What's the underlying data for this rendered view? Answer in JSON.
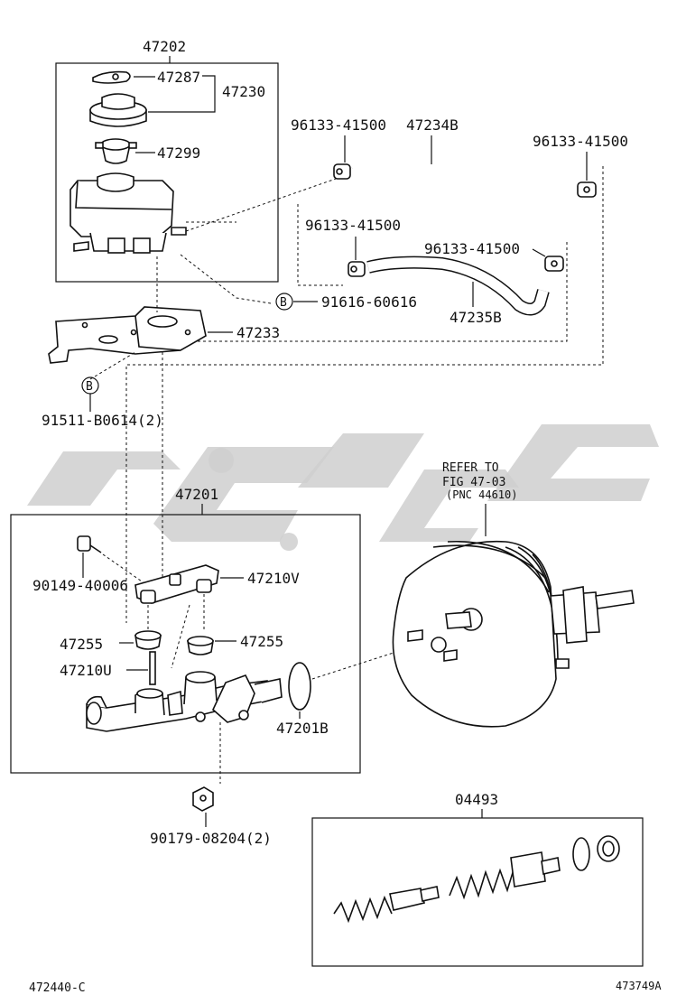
{
  "group_labels": {
    "reservoir_assy": "47202",
    "master_cylinder_assy": "47201",
    "kit": "04493"
  },
  "part_labels": {
    "reservoir_gasket": "47287",
    "cap_assy": "47230",
    "strainer": "47299",
    "hose_upper": "47234B",
    "clamp_1": "96133-41500",
    "clamp_2": "96133-41500",
    "clamp_3": "96133-41500",
    "clamp_4": "96133-41500",
    "bolt_b": "91616-60616",
    "hose_lower": "47235B",
    "bracket": "47233",
    "bolt_bracket": "91511-B0614(2)",
    "screw": "90149-40006",
    "reservoir_union": "47210V",
    "grommet_left": "47255",
    "grommet_right": "47255",
    "pin": "47210U",
    "o_ring": "47201B",
    "nut": "90179-08204(2)"
  },
  "callouts": {
    "b_marker": "B",
    "refer_line1": "REFER TO",
    "refer_line2": "FIG 47-03",
    "refer_line3": "(PNC 44610)"
  },
  "footer": {
    "left_code": "472440-C",
    "right_code": "473749A"
  }
}
